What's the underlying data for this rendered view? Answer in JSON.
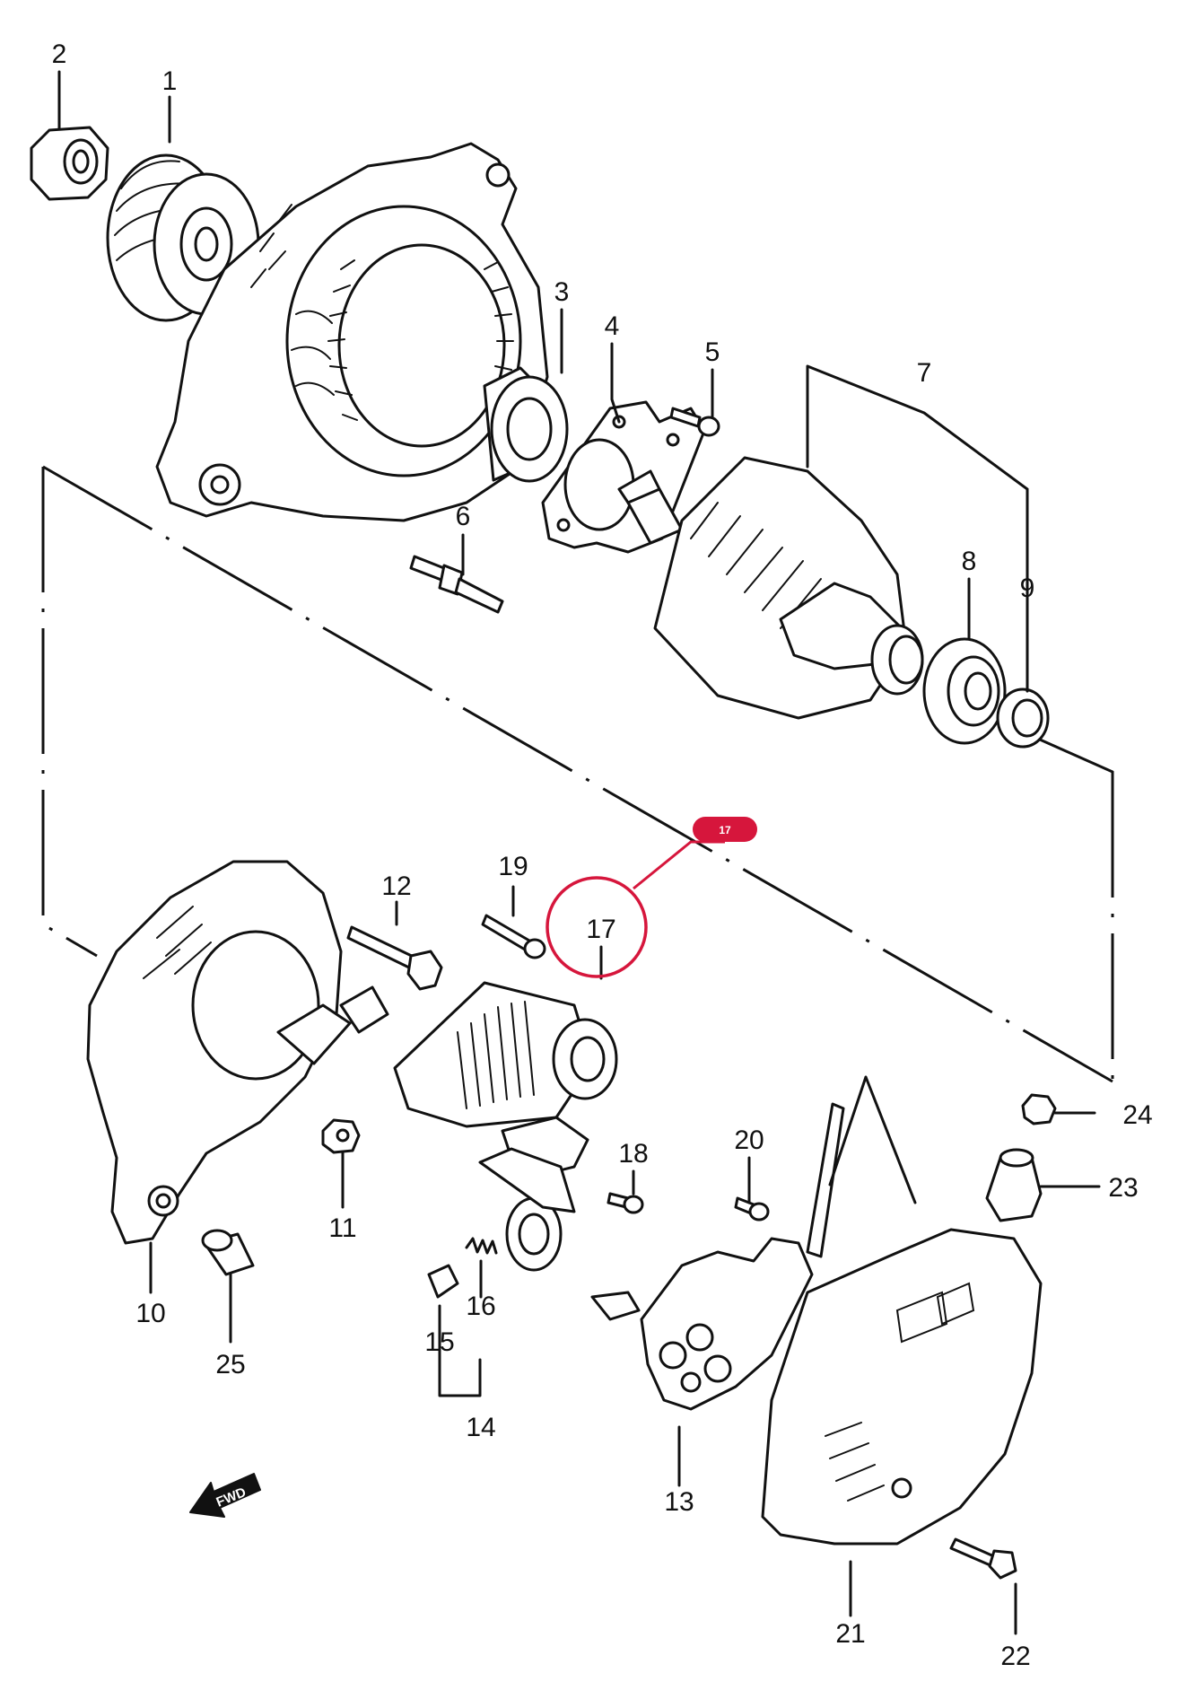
{
  "callouts": [
    {
      "label": "1"
    },
    {
      "label": "2"
    },
    {
      "label": "3"
    },
    {
      "label": "4"
    },
    {
      "label": "5"
    },
    {
      "label": "6"
    },
    {
      "label": "7"
    },
    {
      "label": "8"
    },
    {
      "label": "9"
    },
    {
      "label": "10"
    },
    {
      "label": "11"
    },
    {
      "label": "12"
    },
    {
      "label": "13"
    },
    {
      "label": "14"
    },
    {
      "label": "15"
    },
    {
      "label": "16"
    },
    {
      "label": "17"
    },
    {
      "label": "18"
    },
    {
      "label": "19"
    },
    {
      "label": "20"
    },
    {
      "label": "21"
    },
    {
      "label": "22"
    },
    {
      "label": "23"
    },
    {
      "label": "24"
    },
    {
      "label": "25"
    }
  ],
  "highlight": {
    "badge_label": "17",
    "color": "#d6163c"
  },
  "direction_marker": {
    "label": "FWD"
  },
  "line_color": "#111111"
}
